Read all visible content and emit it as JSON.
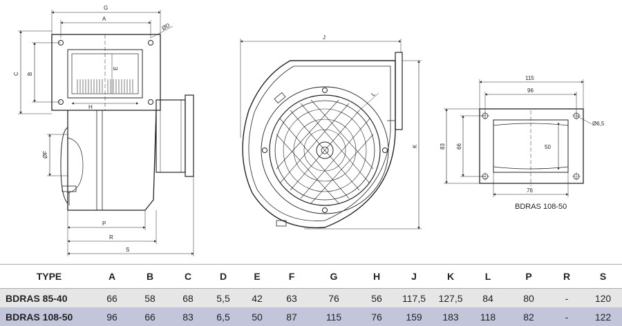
{
  "drawing": {
    "side_view": {
      "dims": [
        "G",
        "A",
        "ØD",
        "C",
        "B",
        "E",
        "H",
        "ØF",
        "P",
        "R",
        "S"
      ]
    },
    "front_view": {
      "dims": [
        "J",
        "K",
        "L"
      ]
    },
    "flange_view": {
      "dims": [
        "115",
        "96",
        "Ø6,5",
        "83",
        "66",
        "50",
        "76"
      ],
      "caption": "BDRAS 108-50"
    }
  },
  "table": {
    "headers": [
      "TYPE",
      "A",
      "B",
      "C",
      "D",
      "E",
      "F",
      "G",
      "H",
      "J",
      "K",
      "L",
      "P",
      "R",
      "S"
    ],
    "rows": [
      [
        "BDRAS 85-40",
        "66",
        "58",
        "68",
        "5,5",
        "42",
        "63",
        "76",
        "56",
        "117,5",
        "127,5",
        "84",
        "80",
        "-",
        "120"
      ],
      [
        "BDRAS 108-50",
        "96",
        "66",
        "83",
        "6,5",
        "50",
        "87",
        "115",
        "76",
        "159",
        "183",
        "118",
        "82",
        "-",
        "122"
      ]
    ],
    "colors": {
      "row0": "#e6e6e6",
      "row1": "#c3c6db"
    }
  }
}
